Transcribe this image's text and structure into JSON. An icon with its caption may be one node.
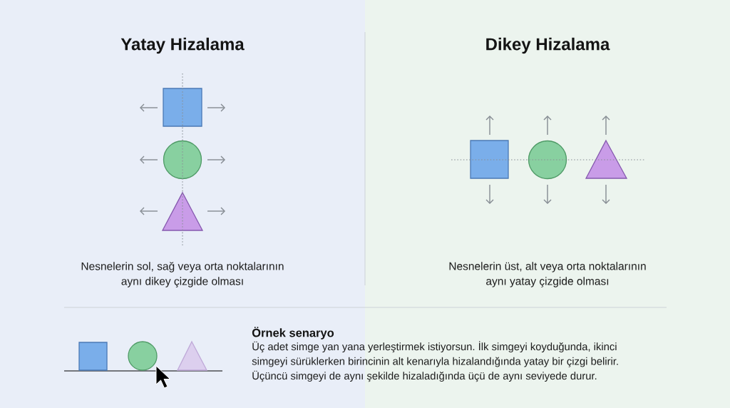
{
  "diagram": {
    "labels": [
      "Yatay Hizalama",
      "Dikey Hizalama",
      "Nesnelerin sol, sağ veya orta noktalarının aynı dikey çizgide olması",
      "Nesnelerin üst, alt veya orta noktalarının aynı yatay çizgide olması",
      "Örnek senaryo",
      "Üç adet simge yan yana yerleştirmek istiyorsun. İlk simgeyi koyduğunda, ikinci simgeyi sürüklerken birincinin alt kenarıyla hizalandığında yatay bir çizgi belirir. Üçüncü simgeyi de aynı şekilde hizaladığında üçü de aynı seviyede durur."
    ]
  }
}
